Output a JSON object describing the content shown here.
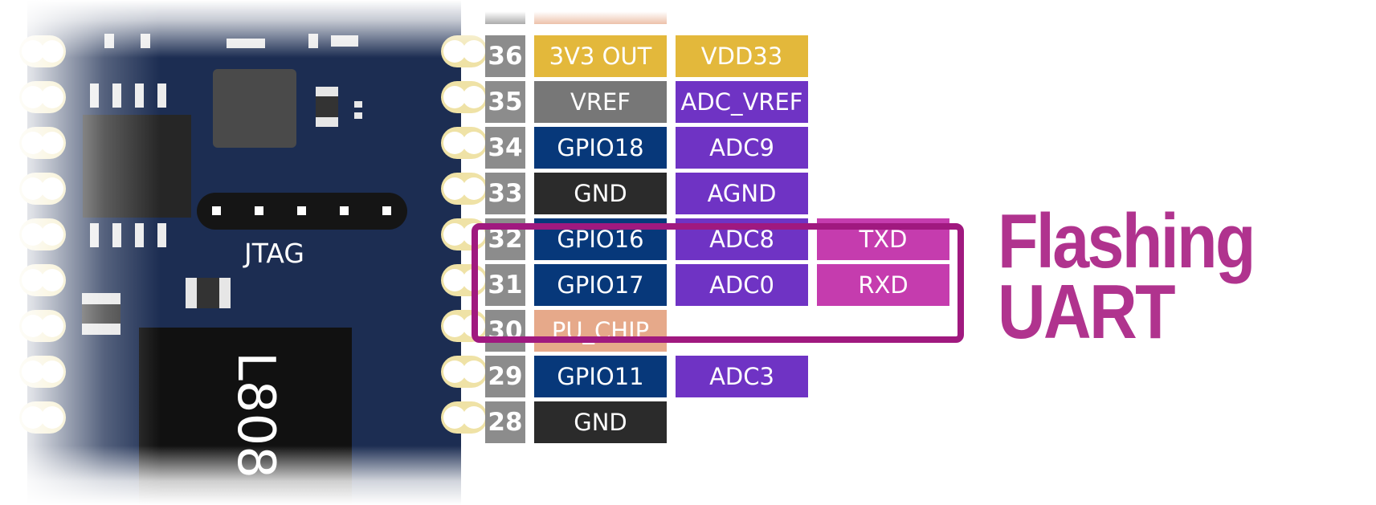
{
  "board": {
    "jtag_label": "JTAG",
    "module_label": "L808"
  },
  "pins": [
    {
      "num": "",
      "c1": "",
      "c2": "",
      "c3": "",
      "c1_color": "#e6a98a",
      "c2_color": "",
      "c3_color": ""
    },
    {
      "num": "36",
      "c1": "3V3 OUT",
      "c2": "VDD33",
      "c3": "",
      "c1_color": "#e3b83b",
      "c2_color": "#e3b83b",
      "c3_color": ""
    },
    {
      "num": "35",
      "c1": "VREF",
      "c2": "ADC_VREF",
      "c3": "",
      "c1_color": "#777777",
      "c2_color": "#6f33c4",
      "c3_color": ""
    },
    {
      "num": "34",
      "c1": "GPIO18",
      "c2": "ADC9",
      "c3": "",
      "c1_color": "#07387a",
      "c2_color": "#6f33c4",
      "c3_color": ""
    },
    {
      "num": "33",
      "c1": "GND",
      "c2": "AGND",
      "c3": "",
      "c1_color": "#2b2b2b",
      "c2_color": "#6f33c4",
      "c3_color": ""
    },
    {
      "num": "32",
      "c1": "GPIO16",
      "c2": "ADC8",
      "c3": "TXD",
      "c1_color": "#07387a",
      "c2_color": "#6f33c4",
      "c3_color": "#c53cae"
    },
    {
      "num": "31",
      "c1": "GPIO17",
      "c2": "ADC0",
      "c3": "RXD",
      "c1_color": "#07387a",
      "c2_color": "#6f33c4",
      "c3_color": "#c53cae"
    },
    {
      "num": "30",
      "c1": "PU_CHIP",
      "c2": "",
      "c3": "",
      "c1_color": "#e6a98a",
      "c2_color": "",
      "c3_color": ""
    },
    {
      "num": "29",
      "c1": "GPIO11",
      "c2": "ADC3",
      "c3": "",
      "c1_color": "#07387a",
      "c2_color": "#6f33c4",
      "c3_color": ""
    },
    {
      "num": "28",
      "c1": "GND",
      "c2": "",
      "c3": "",
      "c1_color": "#2b2b2b",
      "c2_color": "",
      "c3_color": ""
    }
  ],
  "callout": {
    "line1": "Flashing",
    "line2": "UART",
    "color": "#b0338e"
  }
}
